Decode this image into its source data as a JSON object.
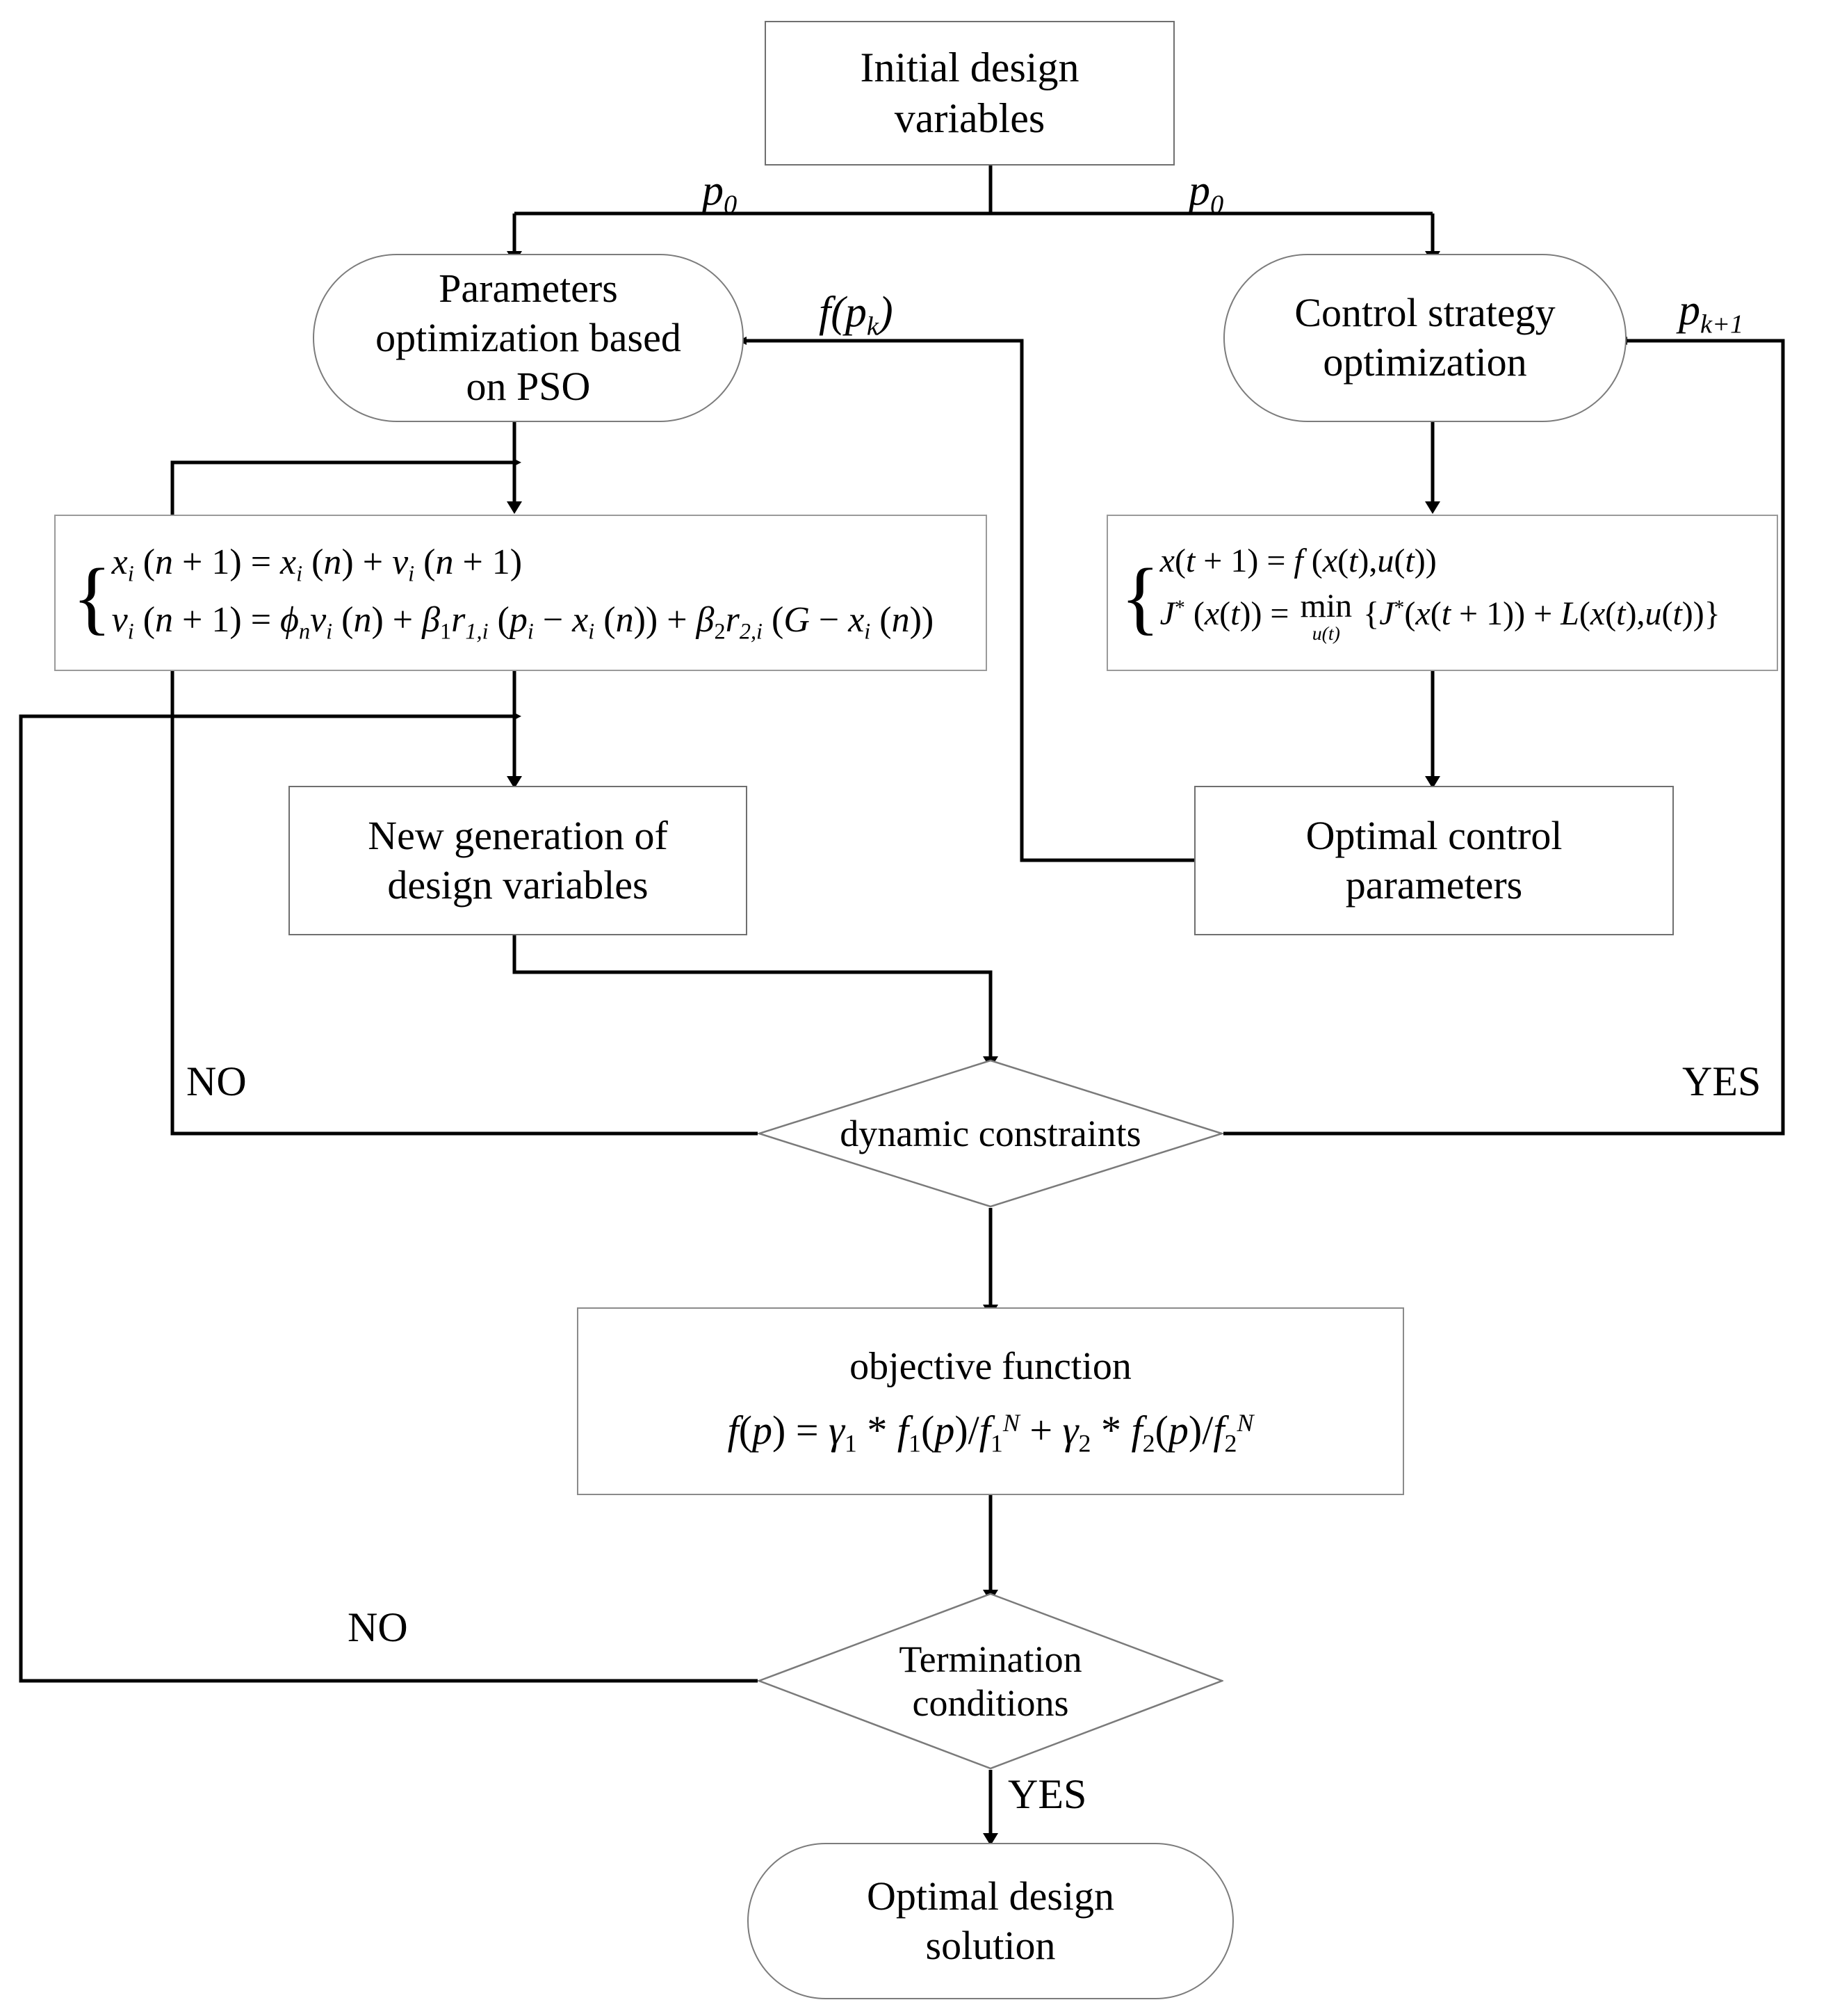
{
  "diagram": {
    "type": "flowchart",
    "title": "Bi-level optimization flowchart: PSO parameter optimization coupled with control strategy optimization"
  },
  "nodes": {
    "initial_design_variables": {
      "label": "Initial design\nvariables",
      "shape": "rectangle"
    },
    "parameters_optimization": {
      "label": "Parameters\noptimization based\non PSO",
      "shape": "rounded"
    },
    "control_strategy": {
      "label": "Control strategy\noptimization",
      "shape": "rounded"
    },
    "new_generation": {
      "label": "New generation of\ndesign variables",
      "shape": "rectangle"
    },
    "optimal_control_parameters": {
      "label": "Optimal control\nparameters",
      "shape": "rectangle"
    },
    "dynamic_constraints": {
      "label": "dynamic constraints",
      "shape": "diamond"
    },
    "termination_conditions": {
      "label": "Termination\nconditions",
      "shape": "diamond"
    },
    "optimal_design_solution": {
      "label": "Optimal design\nsolution",
      "shape": "rounded"
    }
  },
  "equations": {
    "pso": {
      "line1": {
        "lhs_var": "x",
        "lhs_sub": "i",
        "lhs_arg": "( n + 1 )",
        "plain": "x_i ( n + 1 ) = x_i ( n ) + v_i ( n + 1 )"
      },
      "line2": {
        "plain": "v_i ( n + 1 ) = φ_n v_i ( n ) + β_1 r_{1,i} ( p_i − x_i ( n ) ) + β_2 r_{2,i} ( G − x_i ( n ) )"
      }
    },
    "dp": {
      "line1": {
        "plain": "x(t + 1) = f ( x(t), u(t) )"
      },
      "line2": {
        "plain": "J*(x(t)) = min_{u(t)} { J*(x(t+1)) + L(x(t), u(t)) }"
      }
    },
    "objective": {
      "title": "objective function",
      "plain": "f(p) = γ_1 * f_1(p)/f_1^N + γ_2 * f_2(p)/f_2^N"
    }
  },
  "edge_labels": {
    "p0_left": "p",
    "p0_left_sub": "0",
    "p0_right": "p",
    "p0_right_sub": "0",
    "fpk": "f(p",
    "fpk_sub": "k",
    "fpk_close": ")",
    "pk1": "p",
    "pk1_sub": "k+1",
    "no_upper": "NO",
    "yes_upper": "YES",
    "no_lower": "NO",
    "yes_lower": "YES"
  },
  "colors": {
    "stroke": "#000000",
    "box_border": "#6f6f6f",
    "eqbox_border": "#9a9a9a",
    "diamond_border": "#7a7a7a",
    "background": "#ffffff"
  }
}
